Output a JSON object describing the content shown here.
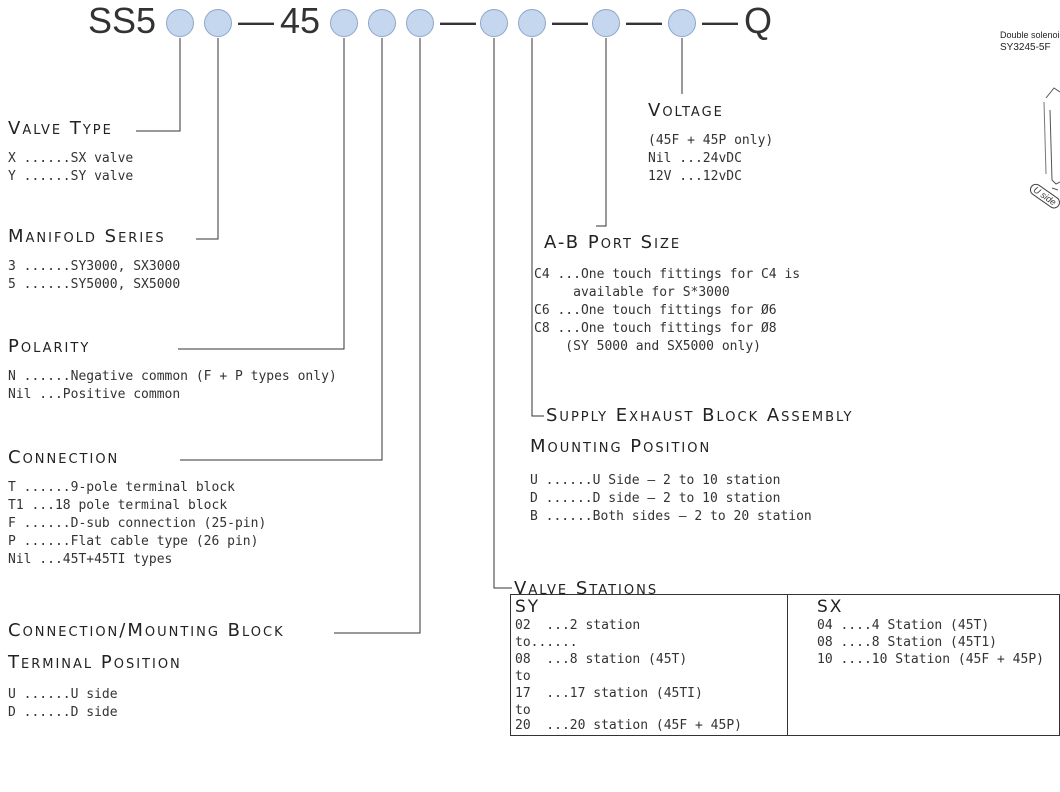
{
  "code": {
    "prefix": "SS5",
    "mid": "45",
    "dash": "—",
    "suffix": "Q"
  },
  "valve_type": {
    "heading": "Valve Type",
    "items": [
      "X ......SX valve",
      "Y ......SY valve"
    ]
  },
  "manifold_series": {
    "heading": "Manifold Series",
    "items": [
      "3 ......SY3000, SX3000",
      "5 ......SY5000, SX5000"
    ]
  },
  "polarity": {
    "heading": "Polarity",
    "items": [
      "N ......Negative common (F + P types only)",
      "Nil ...Positive common"
    ]
  },
  "connection": {
    "heading": "Connection",
    "items": [
      "T ......9-pole terminal block",
      "T1 ...18 pole terminal block",
      "F ......D-sub connection (25-pin)",
      "P ......Flat cable type (26 pin)",
      "Nil ...45T+45TI types"
    ]
  },
  "connection_mounting": {
    "heading1": "Connection/Mounting Block",
    "heading2": "Terminal Position",
    "items": [
      "U ......U side",
      "D ......D side"
    ]
  },
  "voltage": {
    "heading": "Voltage",
    "items": [
      "(45F + 45P only)",
      "Nil ...24vDC",
      "12V ...12vDC"
    ]
  },
  "ab_port": {
    "heading": "A-B Port Size",
    "items": [
      "C4 ...One touch fittings for C4 is",
      "     available for S*3000",
      "C6 ...One touch fittings for Ø6",
      "C8 ...One touch fittings for Ø8",
      "    (SY 5000 and SX5000 only)"
    ]
  },
  "supply_exhaust": {
    "heading1": "Supply Exhaust Block Assembly",
    "heading2": "Mounting Position",
    "items": [
      "U ......U Side – 2 to 10 station",
      "D ......D side – 2 to 10 station",
      "B ......Both sides – 2 to 20 station"
    ]
  },
  "valve_stations": {
    "heading": "Valve Stations",
    "sy": {
      "label": "SY",
      "items": [
        "02  ...2 station",
        "to......",
        "08  ...8 station (45T)",
        "to",
        "17  ...17 station (45TI)",
        "to",
        "20  ...20 station (45F + 45P)"
      ]
    },
    "sx": {
      "label": "SX",
      "items": [
        "04 ....4 Station (45T)",
        "08 ....8 Station (45T1)",
        "10 ....10 Station (45F + 45P)"
      ]
    }
  },
  "thumbnail": {
    "line1": "Double solenoid",
    "line2": "SY3245-5F",
    "tag": "U side"
  },
  "colors": {
    "circle_fill": "#c5d6ef",
    "circle_border": "#8fa6c9",
    "line": "#333333"
  }
}
